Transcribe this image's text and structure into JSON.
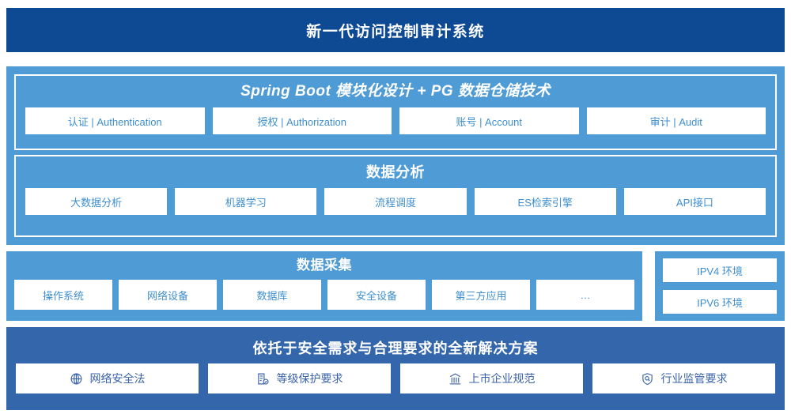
{
  "header": {
    "title": "新一代访问控制审计系统"
  },
  "platform": {
    "tech": {
      "title": "Spring Boot 模块化设计 + PG 数据仓储技术",
      "modules": [
        {
          "label": "认证 | Authentication"
        },
        {
          "label": "授权 | Authorization"
        },
        {
          "label": "账号 | Account"
        },
        {
          "label": "审计 | Audit"
        }
      ]
    },
    "analysis": {
      "title": "数据分析",
      "modules": [
        {
          "label": "大数据分析"
        },
        {
          "label": "机器学习"
        },
        {
          "label": "流程调度"
        },
        {
          "label": "ES检索引擎"
        },
        {
          "label": "API接口"
        }
      ]
    }
  },
  "collection": {
    "title": "数据采集",
    "sources": [
      {
        "label": "操作系统"
      },
      {
        "label": "网络设备"
      },
      {
        "label": "数据库"
      },
      {
        "label": "安全设备"
      },
      {
        "label": "第三方应用"
      },
      {
        "label": "…"
      }
    ],
    "environments": [
      {
        "label": "IPV4 环境"
      },
      {
        "label": "IPV6 环境"
      }
    ]
  },
  "solution": {
    "title": "依托于安全需求与合理要求的全新解决方案",
    "items": [
      {
        "label": "网络安全法",
        "icon": "globe-icon"
      },
      {
        "label": "等级保护要求",
        "icon": "document-check-icon"
      },
      {
        "label": "上市企业规范",
        "icon": "bank-icon"
      },
      {
        "label": "行业监管要求",
        "icon": "shield-search-icon"
      }
    ]
  },
  "colors": {
    "header_navy": "#0d4a93",
    "panel_blue": "#4e9bd6",
    "solution_blue": "#3366aa",
    "chip_text_blue": "#3f8fd0",
    "solution_text_blue": "#3a63a8",
    "chip_white": "#ffffff"
  }
}
